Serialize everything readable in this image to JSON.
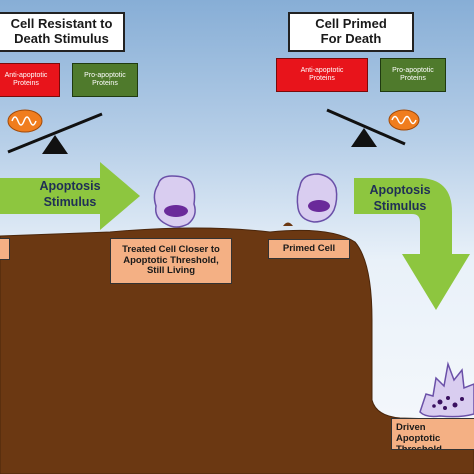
{
  "titles": {
    "resistant": "Cell Resistant to\nDeath Stimulus",
    "primed": "Cell Primed\nFor Death"
  },
  "proteins": {
    "left_anti": "Anti-apoptotic\nProteins",
    "left_pro": "Pro-apoptotic\nProteins",
    "right_anti": "Anti-apoptotic\nProteins",
    "right_pro": "Pro-apoptotic\nProteins"
  },
  "arrows": {
    "left": "Apoptosis\nStimulus",
    "right": "Apoptosis\nStimulus"
  },
  "labels": {
    "treated_closer": "Treated Cell Closer to\nApoptotic Threshold,\nStill Living",
    "primed_cell": "Primed Cell",
    "treated_driven": "Treated Cell Driven\nApoptotic Threshold"
  },
  "colors": {
    "ground": "#6b3812",
    "anti": "#e8141b",
    "pro": "#4f7a2c",
    "arrow": "#8dc63f",
    "cell_fill": "#d9cdf0",
    "nucleus": "#6a2a9a"
  }
}
